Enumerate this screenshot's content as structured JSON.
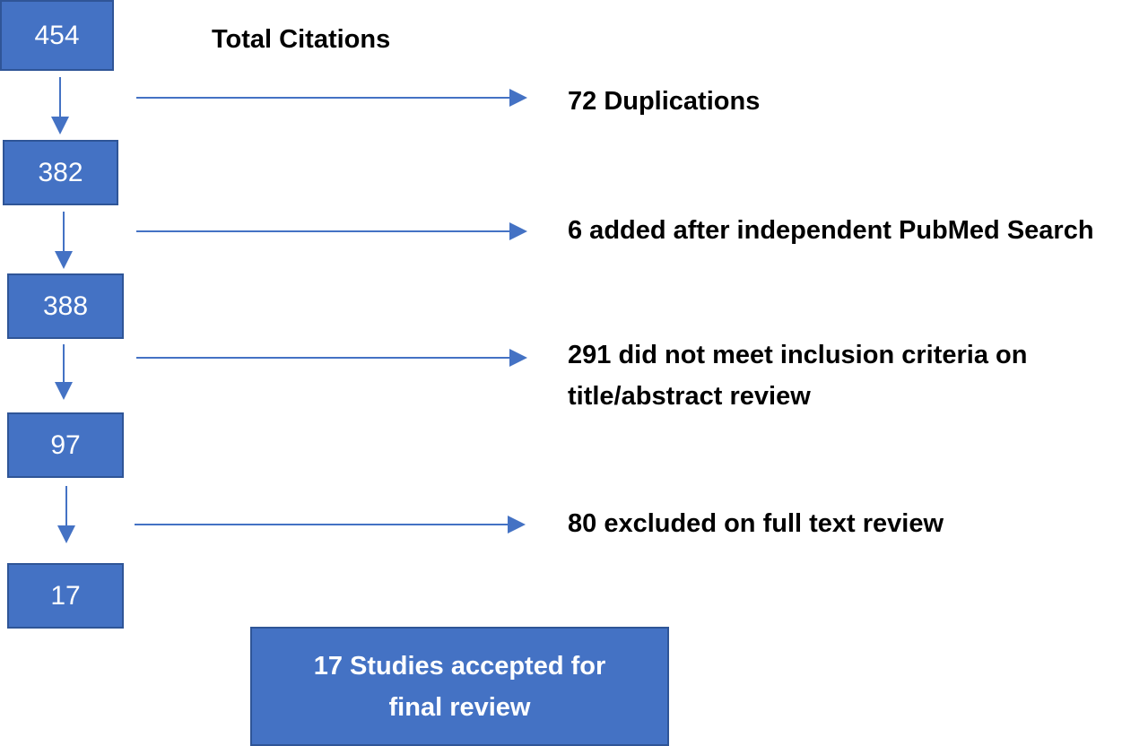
{
  "flow": {
    "boxes": [
      {
        "value": "454"
      },
      {
        "value": "382"
      },
      {
        "value": "388"
      },
      {
        "value": "97"
      },
      {
        "value": "17"
      }
    ],
    "title_label": "Total Citations",
    "side_labels": [
      {
        "line1": "72 Duplications"
      },
      {
        "line1": "6 added after independent PubMed Search"
      },
      {
        "line1": "291 did not meet inclusion criteria on",
        "line2": "title/abstract review"
      },
      {
        "line1": "80 excluded on full text review"
      }
    ],
    "final_box": {
      "line1": "17 Studies accepted for",
      "line2_prefix": "final ",
      "line2_underlined": "review"
    }
  },
  "colors": {
    "box_fill": "#4472c4",
    "box_border": "#2f5597",
    "arrow": "#4472c4",
    "text": "#000000",
    "box_text": "#ffffff"
  }
}
